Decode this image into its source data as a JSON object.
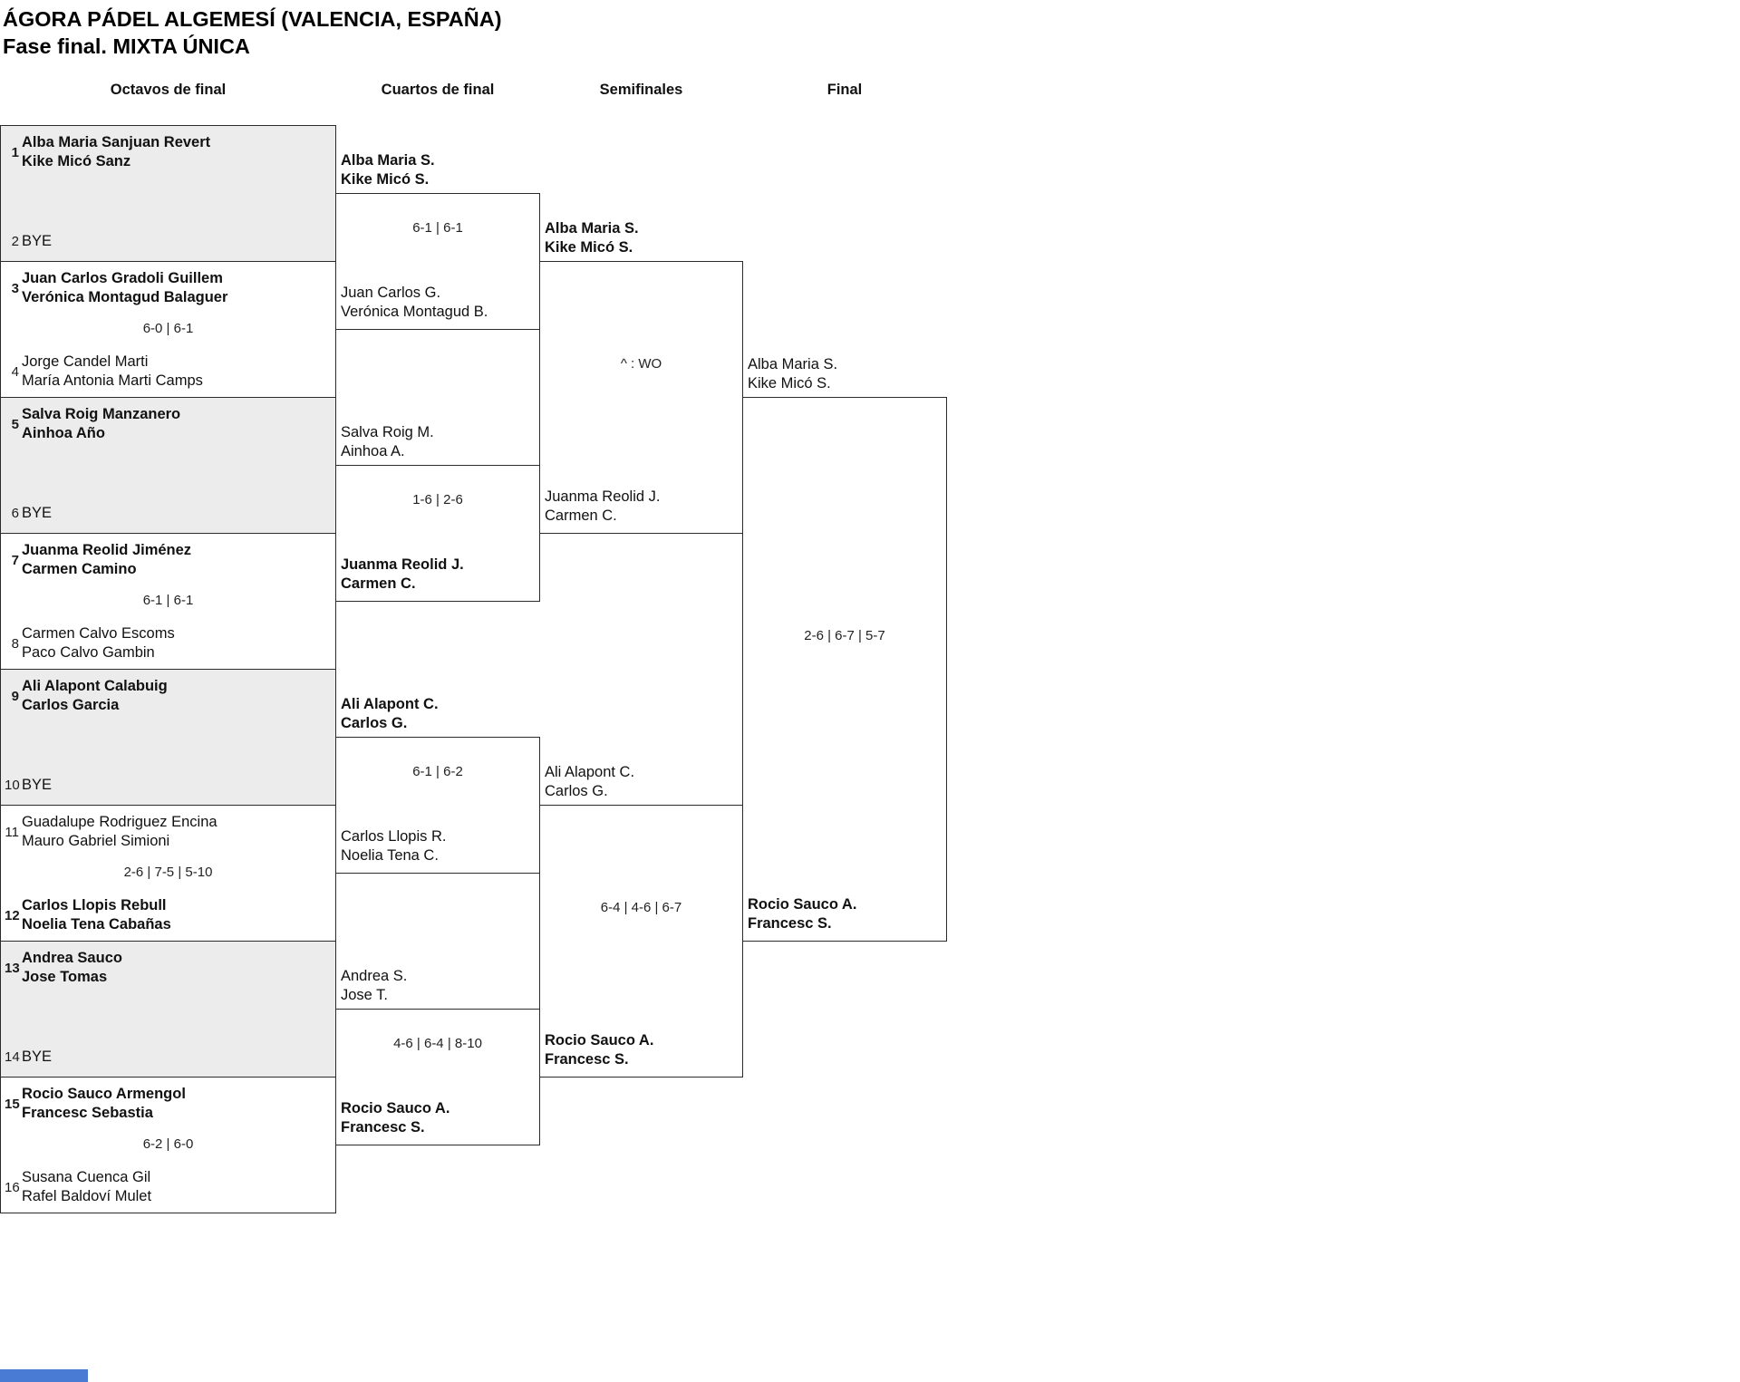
{
  "title": {
    "line1": "ÁGORA PÁDEL ALGEMESÍ (VALENCIA, ESPAÑA)",
    "line2": "Fase final. MIXTA ÚNICA"
  },
  "headers": {
    "octavos": "Octavos de final",
    "cuartos": "Cuartos de final",
    "semifinales": "Semifinales",
    "final": "Final"
  },
  "colors": {
    "box_alt_fill": "#ececec",
    "line": "#2b2b2b",
    "scrollbar": "#4a7bd4"
  },
  "octavos": {
    "matches": [
      {
        "seed_a": "1",
        "team_a": [
          "Alba Maria Sanjuan Revert",
          "Kike Micó Sanz"
        ],
        "seed_b": "2",
        "bye_b": "BYE",
        "score": ""
      },
      {
        "seed_a": "3",
        "team_a": [
          "Juan Carlos Gradoli Guillem",
          "Verónica Montagud Balaguer"
        ],
        "seed_b": "4",
        "team_b": [
          "Jorge Candel Marti",
          "María Antonia Marti Camps"
        ],
        "score": "6-0 | 6-1"
      },
      {
        "seed_a": "5",
        "team_a": [
          "Salva Roig Manzanero",
          "Ainhoa Año"
        ],
        "seed_b": "6",
        "bye_b": "BYE",
        "score": ""
      },
      {
        "seed_a": "7",
        "team_a": [
          "Juanma Reolid Jiménez",
          "Carmen Camino"
        ],
        "seed_b": "8",
        "team_b": [
          "Carmen Calvo Escoms",
          "Paco Calvo Gambin"
        ],
        "score": "6-1 | 6-1"
      },
      {
        "seed_a": "9",
        "team_a": [
          "Ali Alapont Calabuig",
          "Carlos Garcia"
        ],
        "seed_b": "10",
        "bye_b": "BYE",
        "score": ""
      },
      {
        "seed_a": "11",
        "team_a": [
          "Guadalupe Rodriguez Encina",
          "Mauro Gabriel Simioni"
        ],
        "seed_b": "12",
        "team_b": [
          "Carlos Llopis Rebull",
          "Noelia Tena Cabañas"
        ],
        "score": "2-6 | 7-5 | 5-10"
      },
      {
        "seed_a": "13",
        "team_a": [
          "Andrea Sauco",
          "Jose Tomas"
        ],
        "seed_b": "14",
        "bye_b": "BYE",
        "score": ""
      },
      {
        "seed_a": "15",
        "team_a": [
          "Rocio Sauco Armengol",
          "Francesc Sebastia"
        ],
        "seed_b": "16",
        "team_b": [
          "Susana Cuenca Gil",
          "Rafel Baldoví Mulet"
        ],
        "score": "6-2 | 6-0"
      }
    ]
  },
  "cuartos": {
    "matches": [
      {
        "top": [
          "Alba Maria S.",
          "Kike Micó S."
        ],
        "score": "6-1 | 6-1",
        "bottom": [
          "Juan Carlos G.",
          "Verónica Montagud B."
        ]
      },
      {
        "top": [
          "Salva Roig M.",
          "Ainhoa A."
        ],
        "score": "1-6 | 2-6",
        "bottom": [
          "Juanma Reolid J.",
          "Carmen C."
        ]
      },
      {
        "top": [
          "Ali Alapont C.",
          "Carlos G."
        ],
        "score": "6-1 | 6-2",
        "bottom": [
          "Carlos Llopis R.",
          "Noelia Tena C."
        ]
      },
      {
        "top": [
          "Andrea S.",
          "Jose T."
        ],
        "score": "4-6 | 6-4 | 8-10",
        "bottom": [
          "Rocio Sauco A.",
          "Francesc S."
        ]
      }
    ]
  },
  "semifinales": {
    "matches": [
      {
        "top": [
          "Alba Maria S.",
          "Kike Micó S."
        ],
        "score": "^ : WO",
        "bottom": [
          "Juanma Reolid J.",
          "Carmen C."
        ]
      },
      {
        "top": [
          "Ali Alapont C.",
          "Carlos G."
        ],
        "score": "6-4 | 4-6 | 6-7",
        "bottom": [
          "Rocio Sauco A.",
          "Francesc S."
        ]
      }
    ]
  },
  "final": {
    "match": {
      "top": [
        "Alba Maria S.",
        "Kike Micó S."
      ],
      "score": "2-6 | 6-7 | 5-7",
      "bottom": [
        "Rocio Sauco A.",
        "Francesc S."
      ]
    }
  }
}
